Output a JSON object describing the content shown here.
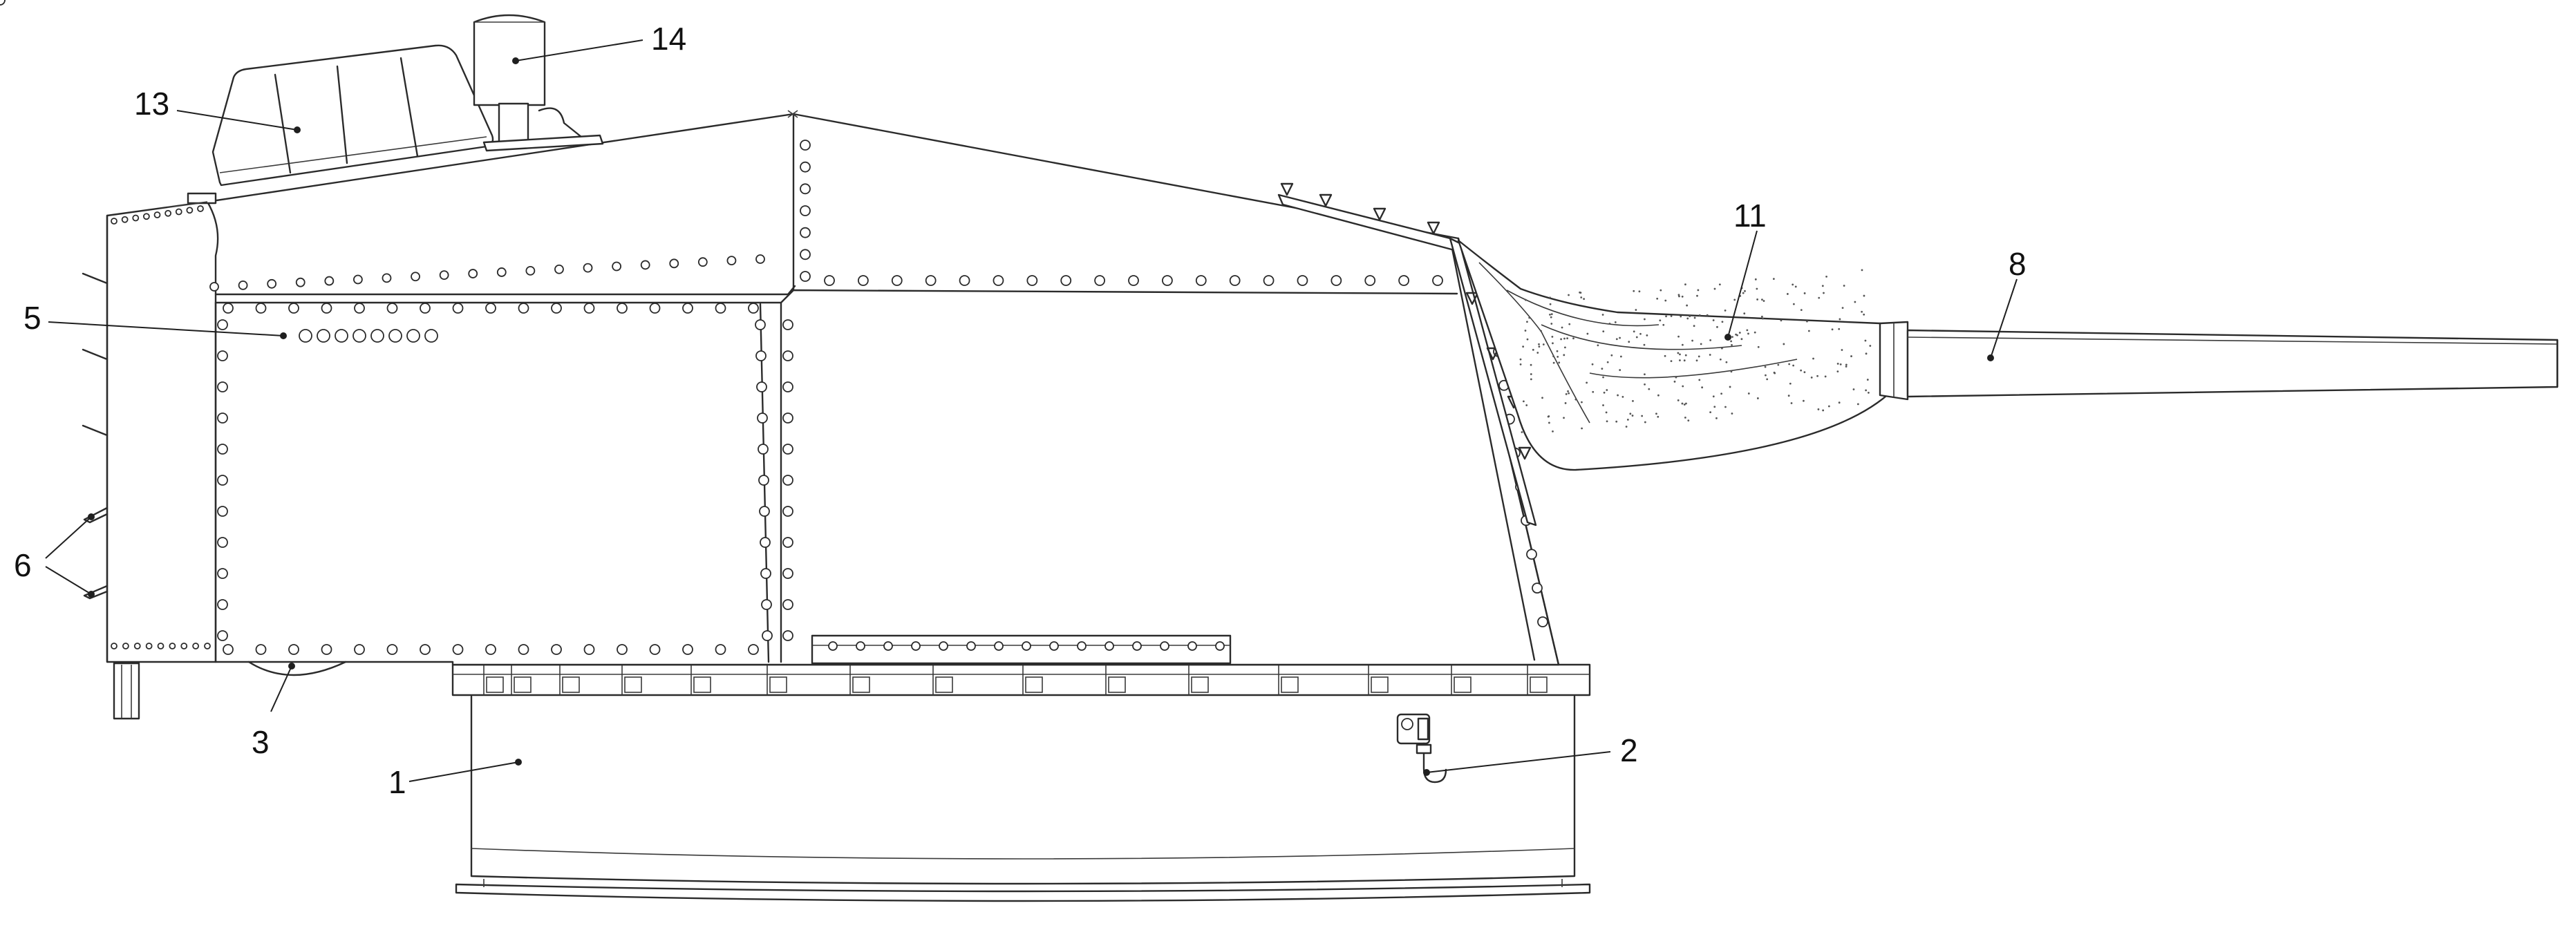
{
  "figure": {
    "callouts": [
      {
        "id": "c1",
        "label": "1"
      },
      {
        "id": "c2",
        "label": "2"
      },
      {
        "id": "c3",
        "label": "3"
      },
      {
        "id": "c5",
        "label": "5"
      },
      {
        "id": "c6",
        "label": "6"
      },
      {
        "id": "c8",
        "label": "8"
      },
      {
        "id": "c11",
        "label": "11"
      },
      {
        "id": "c13",
        "label": "13"
      },
      {
        "id": "c14",
        "label": "14"
      }
    ]
  }
}
